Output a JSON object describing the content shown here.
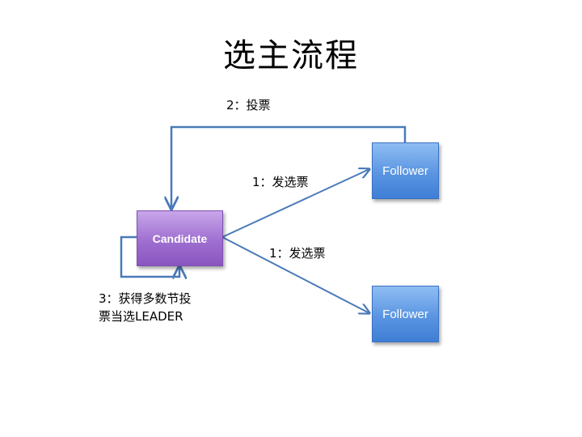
{
  "title": "选主流程",
  "nodes": {
    "candidate": "Candidate",
    "follower_top": "Follower",
    "follower_bottom": "Follower"
  },
  "labels": {
    "vote": "2：投票",
    "send_vote_top": "1：发选票",
    "send_vote_bottom": "1：发选票",
    "win_line1": "3：获得多数节投",
    "win_line2": "票当选LEADER"
  },
  "colors": {
    "arrow": "#4a7ab8",
    "candidate": "#9f6fd0",
    "follower": "#4f8ddd"
  }
}
